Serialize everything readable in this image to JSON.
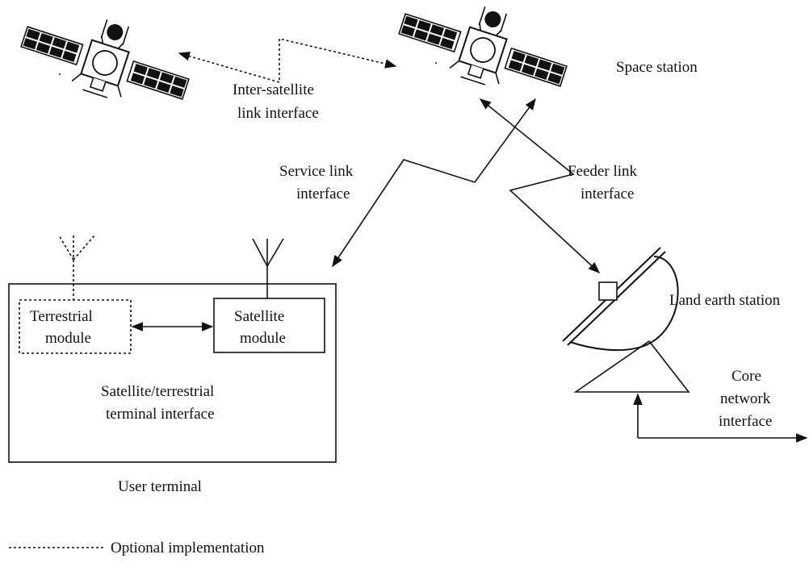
{
  "labels": {
    "space_station": "Space station",
    "inter_satellite_1": "Inter-satellite",
    "inter_satellite_2": "link interface",
    "service_1": "Service link",
    "service_2": "interface",
    "feeder_1": "Feeder link",
    "feeder_2": "interface",
    "land_earth_station": "Land earth station",
    "core_1": "Core",
    "core_2": "network",
    "core_3": "interface",
    "terrestrial_1": "Terrestrial",
    "terrestrial_2": "module",
    "satellite_1": "Satellite",
    "satellite_2": "module",
    "sat_terr_1": "Satellite/terrestrial",
    "sat_terr_2": "terminal interface",
    "user_terminal": "User terminal",
    "legend": "Optional implementation"
  },
  "icons": {
    "satellite_left": "satellite-icon",
    "satellite_right": "satellite-icon",
    "dish": "dish-antenna-icon",
    "antenna": "antenna-icon"
  },
  "colors": {
    "ink": "#111111",
    "background": "#ffffff"
  }
}
